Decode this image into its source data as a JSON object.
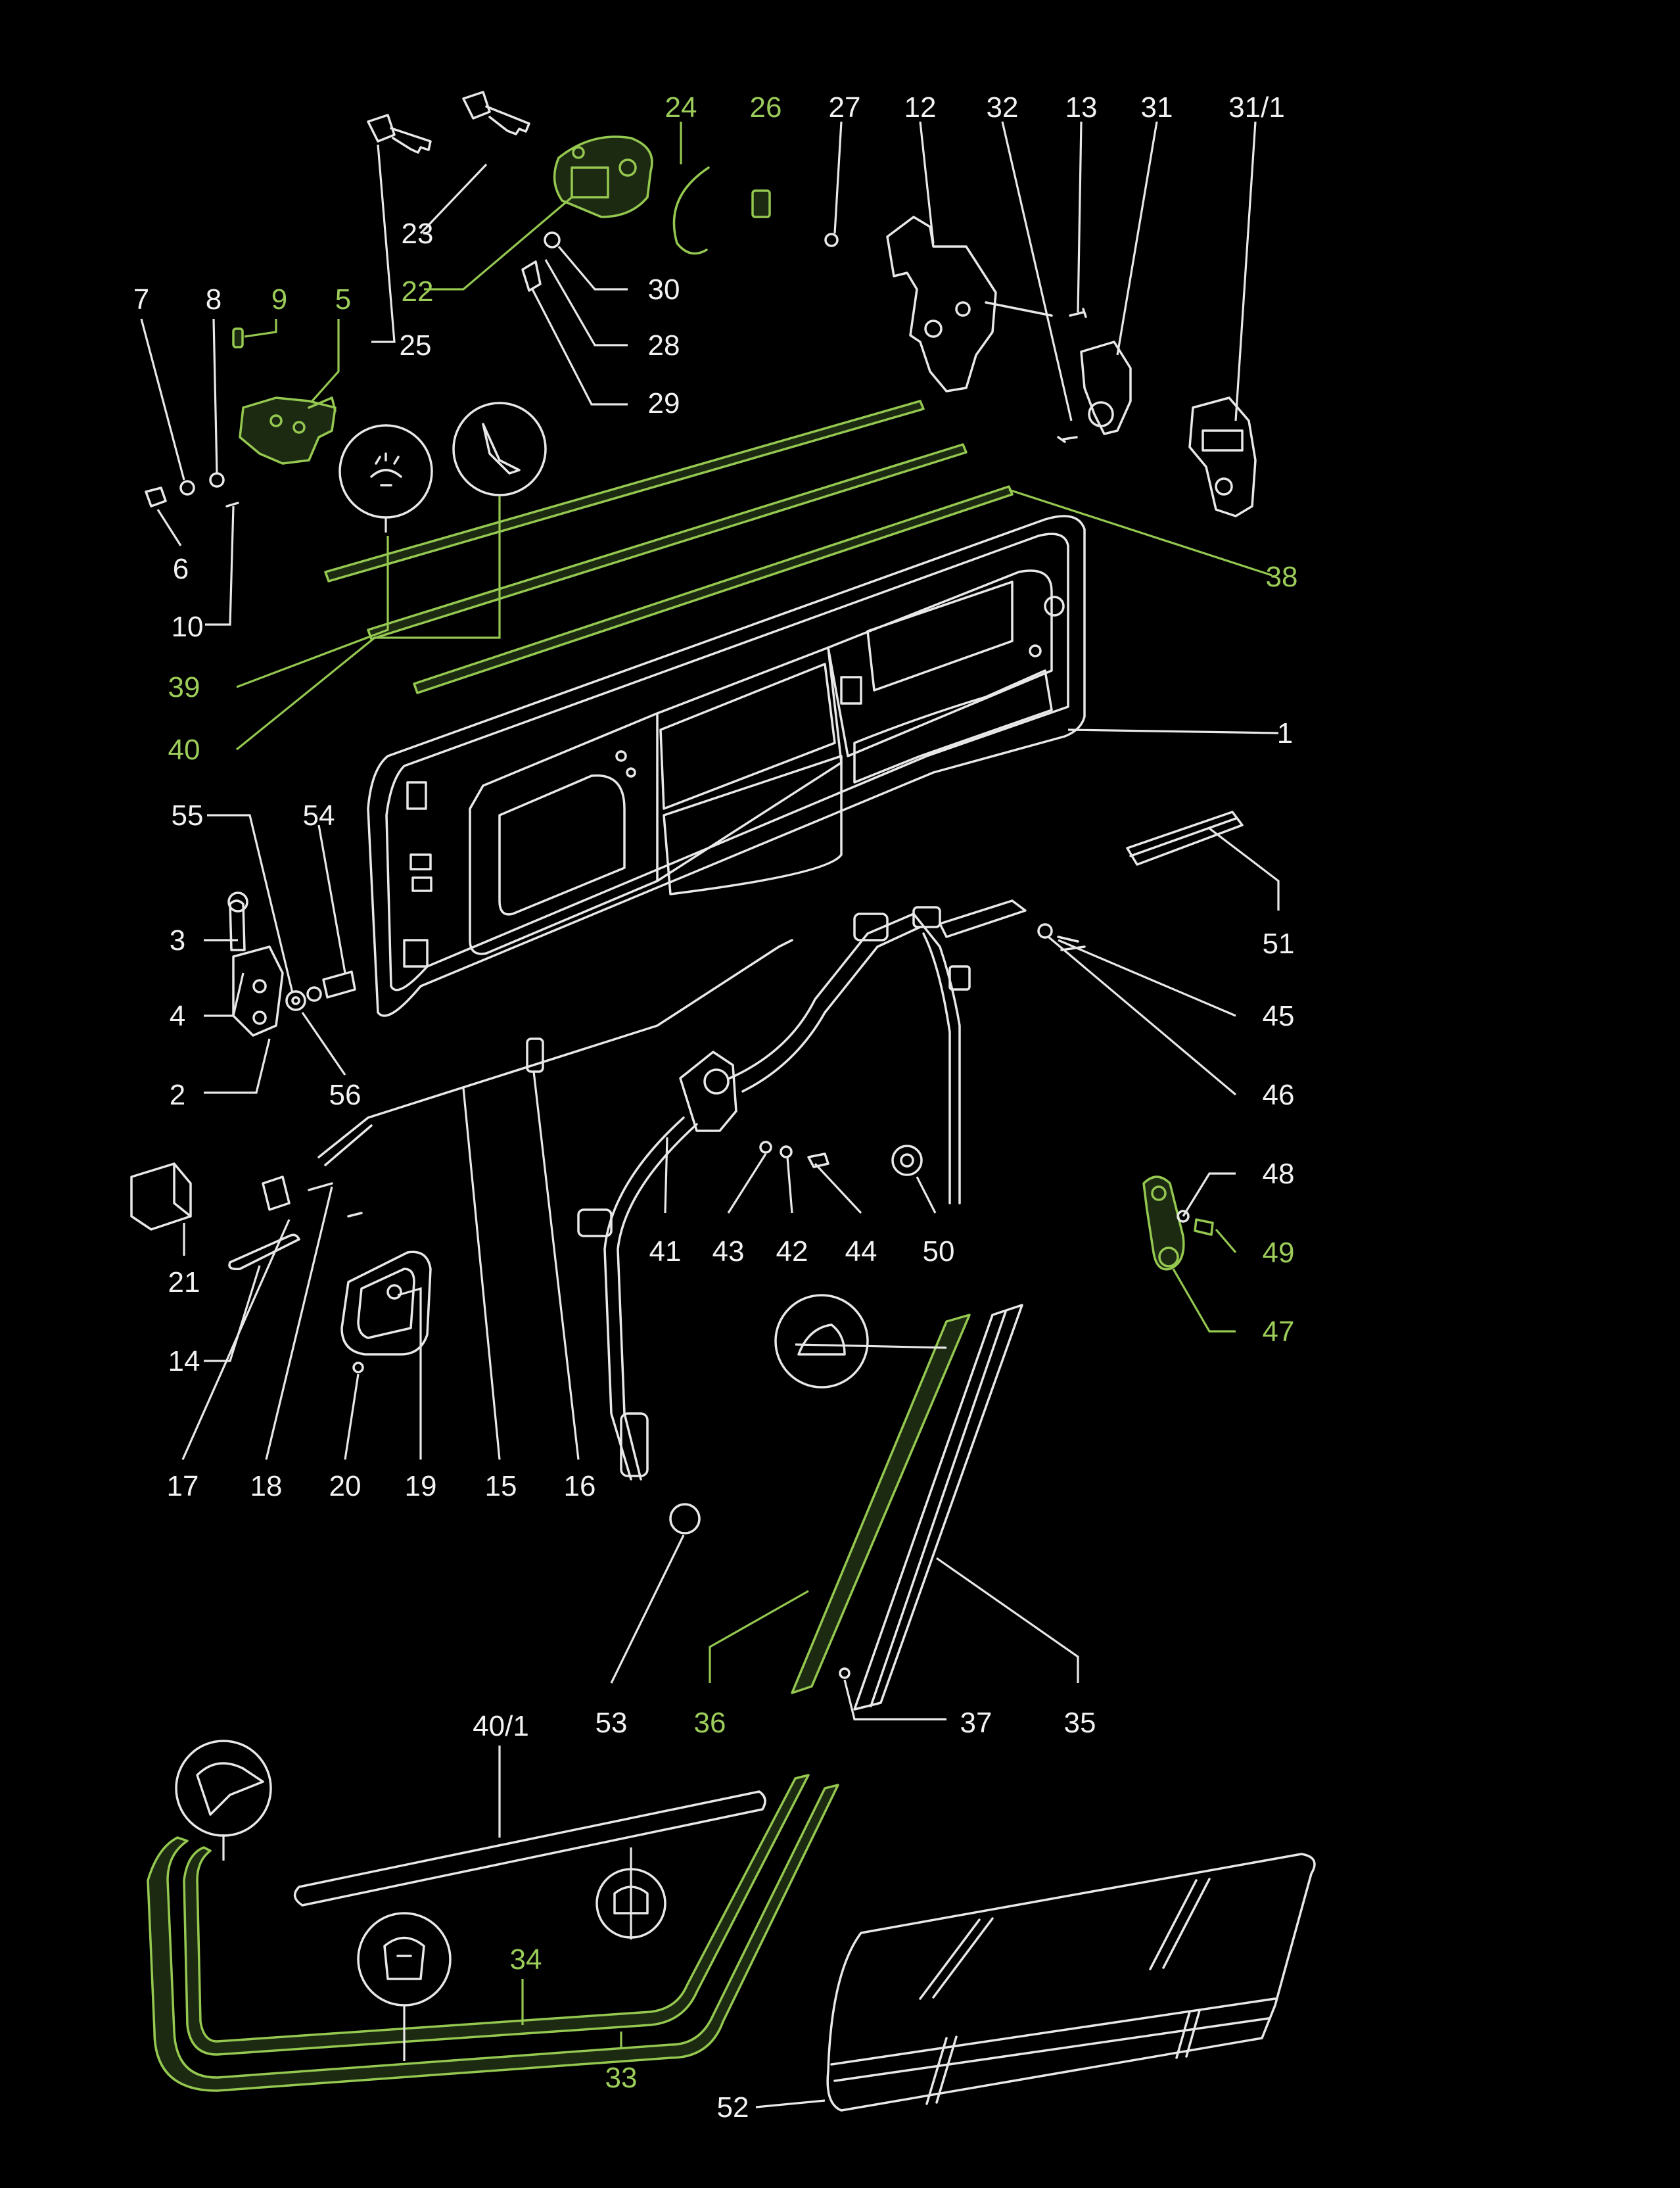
{
  "diagram": {
    "colors": {
      "background": "#000000",
      "line_white": "#e8e8e8",
      "highlight_green": "#95c850"
    },
    "callouts": [
      {
        "id": "24",
        "text": "24",
        "highlight": true
      },
      {
        "id": "26",
        "text": "26",
        "highlight": true
      },
      {
        "id": "27",
        "text": "27",
        "highlight": false
      },
      {
        "id": "12",
        "text": "12",
        "highlight": false
      },
      {
        "id": "32",
        "text": "32",
        "highlight": false
      },
      {
        "id": "13",
        "text": "13",
        "highlight": false
      },
      {
        "id": "31",
        "text": "31",
        "highlight": false
      },
      {
        "id": "31_1",
        "text": "31/1",
        "highlight": false
      },
      {
        "id": "23",
        "text": "23",
        "highlight": false
      },
      {
        "id": "22",
        "text": "22",
        "highlight": true
      },
      {
        "id": "30",
        "text": "30",
        "highlight": false
      },
      {
        "id": "28",
        "text": "28",
        "highlight": false
      },
      {
        "id": "29",
        "text": "29",
        "highlight": false
      },
      {
        "id": "25",
        "text": "25",
        "highlight": false
      },
      {
        "id": "7",
        "text": "7",
        "highlight": false
      },
      {
        "id": "8",
        "text": "8",
        "highlight": false
      },
      {
        "id": "9",
        "text": "9",
        "highlight": true
      },
      {
        "id": "5",
        "text": "5",
        "highlight": true
      },
      {
        "id": "6",
        "text": "6",
        "highlight": false
      },
      {
        "id": "10",
        "text": "10",
        "highlight": false
      },
      {
        "id": "38",
        "text": "38",
        "highlight": true
      },
      {
        "id": "39",
        "text": "39",
        "highlight": true
      },
      {
        "id": "40",
        "text": "40",
        "highlight": true
      },
      {
        "id": "1",
        "text": "1",
        "highlight": false
      },
      {
        "id": "55",
        "text": "55",
        "highlight": false
      },
      {
        "id": "54",
        "text": "54",
        "highlight": false
      },
      {
        "id": "3",
        "text": "3",
        "highlight": false
      },
      {
        "id": "4",
        "text": "4",
        "highlight": false
      },
      {
        "id": "2",
        "text": "2",
        "highlight": false
      },
      {
        "id": "56",
        "text": "56",
        "highlight": false
      },
      {
        "id": "51",
        "text": "51",
        "highlight": false
      },
      {
        "id": "45",
        "text": "45",
        "highlight": false
      },
      {
        "id": "46",
        "text": "46",
        "highlight": false
      },
      {
        "id": "48",
        "text": "48",
        "highlight": false
      },
      {
        "id": "49",
        "text": "49",
        "highlight": true
      },
      {
        "id": "47",
        "text": "47",
        "highlight": true
      },
      {
        "id": "21",
        "text": "21",
        "highlight": false
      },
      {
        "id": "14",
        "text": "14",
        "highlight": false
      },
      {
        "id": "41",
        "text": "41",
        "highlight": false
      },
      {
        "id": "43",
        "text": "43",
        "highlight": false
      },
      {
        "id": "42",
        "text": "42",
        "highlight": false
      },
      {
        "id": "44",
        "text": "44",
        "highlight": false
      },
      {
        "id": "50",
        "text": "50",
        "highlight": false
      },
      {
        "id": "17",
        "text": "17",
        "highlight": false
      },
      {
        "id": "18",
        "text": "18",
        "highlight": false
      },
      {
        "id": "20",
        "text": "20",
        "highlight": false
      },
      {
        "id": "19",
        "text": "19",
        "highlight": false
      },
      {
        "id": "15",
        "text": "15",
        "highlight": false
      },
      {
        "id": "16",
        "text": "16",
        "highlight": false
      },
      {
        "id": "53",
        "text": "53",
        "highlight": false
      },
      {
        "id": "36",
        "text": "36",
        "highlight": true
      },
      {
        "id": "37",
        "text": "37",
        "highlight": false
      },
      {
        "id": "35",
        "text": "35",
        "highlight": false
      },
      {
        "id": "40_1",
        "text": "40/1",
        "highlight": false
      },
      {
        "id": "34",
        "text": "34",
        "highlight": true
      },
      {
        "id": "33",
        "text": "33",
        "highlight": true
      },
      {
        "id": "52",
        "text": "52",
        "highlight": false
      }
    ]
  }
}
